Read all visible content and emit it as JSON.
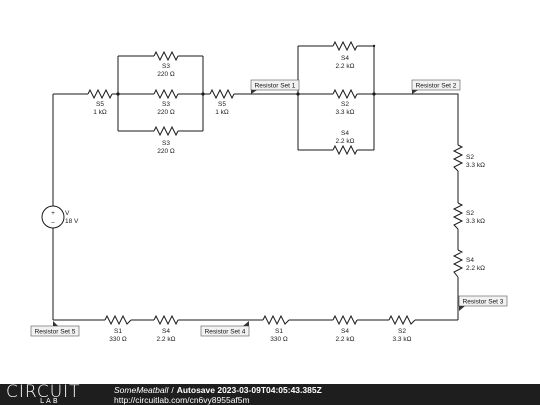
{
  "battery": {
    "symbol": "V",
    "value": "18 V"
  },
  "resistors": {
    "top_left_s5": {
      "name": "S5",
      "value": "1 kΩ"
    },
    "top_mid_s5": {
      "name": "S5",
      "value": "1 kΩ"
    },
    "par_a_top": {
      "name": "S3",
      "value": "220 Ω"
    },
    "par_a_mid": {
      "name": "S3",
      "value": "220 Ω"
    },
    "par_a_bot": {
      "name": "S3",
      "value": "220 Ω"
    },
    "par_b_top": {
      "name": "S4",
      "value": "2.2 kΩ"
    },
    "par_b_mid": {
      "name": "S2",
      "value": "3.3 kΩ"
    },
    "par_b_bot": {
      "name": "S4",
      "value": "2.2 kΩ"
    },
    "right_1": {
      "name": "S2",
      "value": "3.3 kΩ"
    },
    "right_2": {
      "name": "S2",
      "value": "3.3 kΩ"
    },
    "right_3": {
      "name": "S4",
      "value": "2.2 kΩ"
    },
    "bot_1": {
      "name": "S1",
      "value": "330 Ω"
    },
    "bot_2": {
      "name": "S4",
      "value": "2.2 kΩ"
    },
    "bot_3": {
      "name": "S1",
      "value": "330 Ω"
    },
    "bot_4": {
      "name": "S4",
      "value": "2.2 kΩ"
    },
    "bot_5": {
      "name": "S2",
      "value": "3.3 kΩ"
    }
  },
  "net_tags": {
    "set1": "Resistor Set 1",
    "set2": "Resistor Set 2",
    "set3": "Resistor Set 3",
    "set4": "Resistor Set 4",
    "set5": "Resistor Set 5"
  },
  "footer": {
    "logo_top": "CIRCUIT",
    "logo_bottom": "LAB",
    "author": "SomeMeatball",
    "separator": "/",
    "title": "Autosave 2023-03-09T04:05:43.385Z",
    "url": "http://circuitlab.com/cn6vy8955af5m"
  }
}
